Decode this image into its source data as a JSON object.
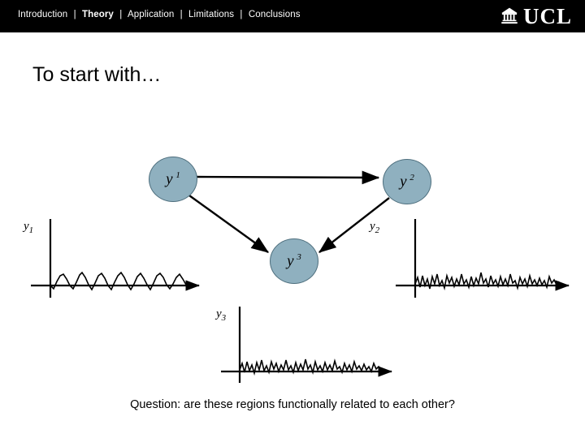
{
  "nav": {
    "items": [
      {
        "label": "Introduction",
        "active": false
      },
      {
        "label": "Theory",
        "active": true
      },
      {
        "label": "Application",
        "active": false
      },
      {
        "label": "Limitations",
        "active": false
      },
      {
        "label": "Conclusions",
        "active": false
      }
    ],
    "separator": "|"
  },
  "logo": {
    "text": "UCL",
    "mark": "ucl-crest-icon"
  },
  "slide": {
    "title": "To start with…",
    "caption": "Question: are these regions functionally related to each other?"
  },
  "diagram": {
    "nodes": [
      {
        "id": "y1",
        "base": "y",
        "sup": "1",
        "name": "node-y1"
      },
      {
        "id": "y2",
        "base": "y",
        "sup": "2",
        "name": "node-y2"
      },
      {
        "id": "y3",
        "base": "y",
        "sup": "3",
        "name": "node-y3"
      }
    ],
    "edges": [
      {
        "from": "y1",
        "to": "y2",
        "name": "arrow-y1-to-y2"
      },
      {
        "from": "y1",
        "to": "y3",
        "name": "arrow-y1-to-y3"
      },
      {
        "from": "y2",
        "to": "y3",
        "name": "arrow-y2-to-y3"
      }
    ],
    "signals": [
      {
        "id": "y1",
        "base": "y",
        "sub": "1",
        "name": "signal-trace-y1"
      },
      {
        "id": "y2",
        "base": "y",
        "sub": "2",
        "name": "signal-trace-y2"
      },
      {
        "id": "y3",
        "base": "y",
        "sub": "3",
        "name": "signal-trace-y3"
      }
    ]
  },
  "colors": {
    "topbar": "#000000",
    "node_fill": "#8fb0bf",
    "node_stroke": "#4d6e7d",
    "text": "#000000",
    "nav_text": "#ffffff"
  }
}
